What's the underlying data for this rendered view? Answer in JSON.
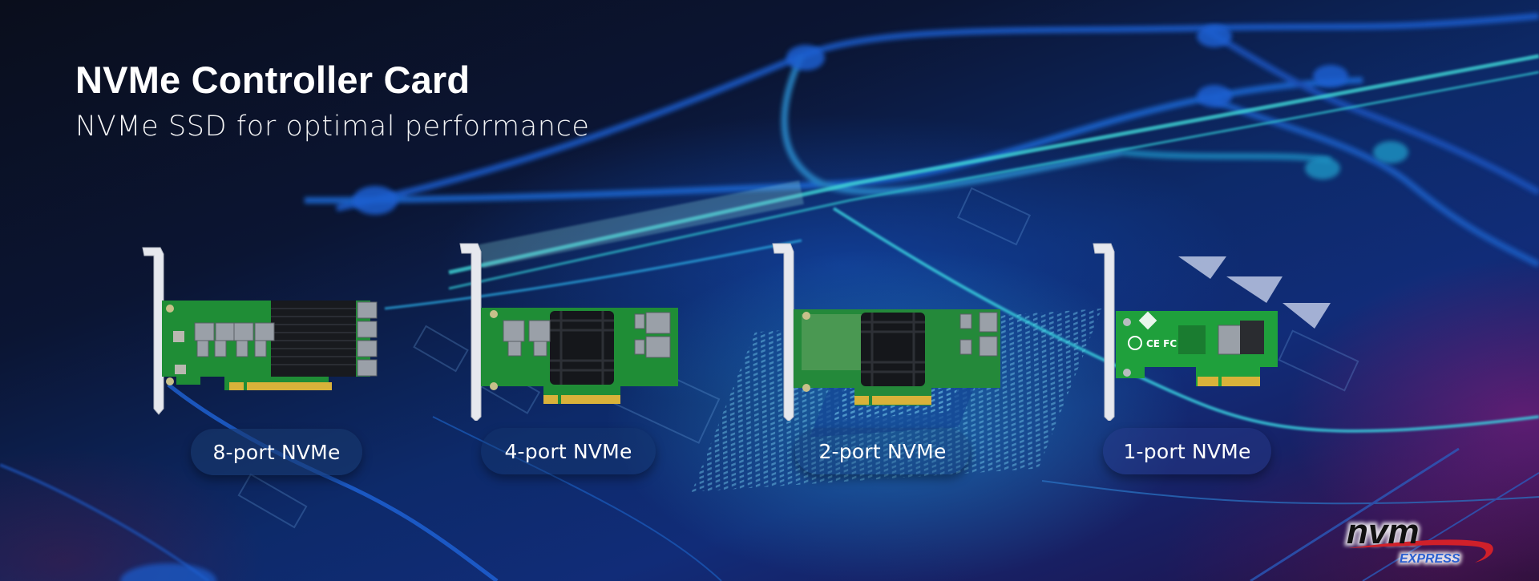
{
  "hero": {
    "title": "NVMe Controller Card",
    "subtitle": "NVMe SSD for optimal performance"
  },
  "products": [
    {
      "label": "8-port NVMe",
      "ports": 8,
      "image": "8-port-nvme-card"
    },
    {
      "label": "4-port NVMe",
      "ports": 4,
      "image": "4-port-nvme-card"
    },
    {
      "label": "2-port NVMe",
      "ports": 2,
      "image": "2-port-nvme-card"
    },
    {
      "label": "1-port NVMe",
      "ports": 1,
      "image": "1-port-nvme-card"
    }
  ],
  "logo": {
    "primary": "nvm",
    "secondary": "EXPRESS"
  },
  "colors": {
    "title_text": "#ffffff",
    "pill_bg": "#18386e",
    "pcb_green": "#1f9a3a",
    "gold_contacts": "#d9b23a",
    "logo_red": "#d0202a",
    "logo_blue": "#2a5fd0"
  }
}
